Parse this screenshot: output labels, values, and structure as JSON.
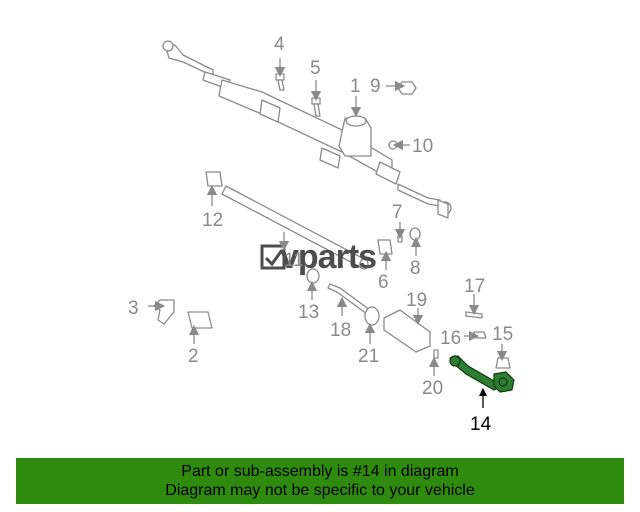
{
  "callouts": {
    "c1": "1",
    "c2": "2",
    "c3": "3",
    "c4": "4",
    "c5": "5",
    "c6": "6",
    "c7": "7",
    "c8": "8",
    "c9": "9",
    "c10": "10",
    "c11": "11",
    "c12": "12",
    "c13": "13",
    "c14": "14",
    "c15": "15",
    "c16": "16",
    "c17": "17",
    "c18": "18",
    "c19": "19",
    "c20": "20",
    "c21": "21"
  },
  "highlighted_part": "14",
  "watermark": "vparts",
  "banner": {
    "line1": "Part or sub-assembly is #14 in diagram",
    "line2": "Diagram may not be specific to your vehicle"
  },
  "colors": {
    "banner_bg": "#2e8b0e",
    "highlight": "#2e7d32",
    "line_art": "#8a8a8a"
  }
}
